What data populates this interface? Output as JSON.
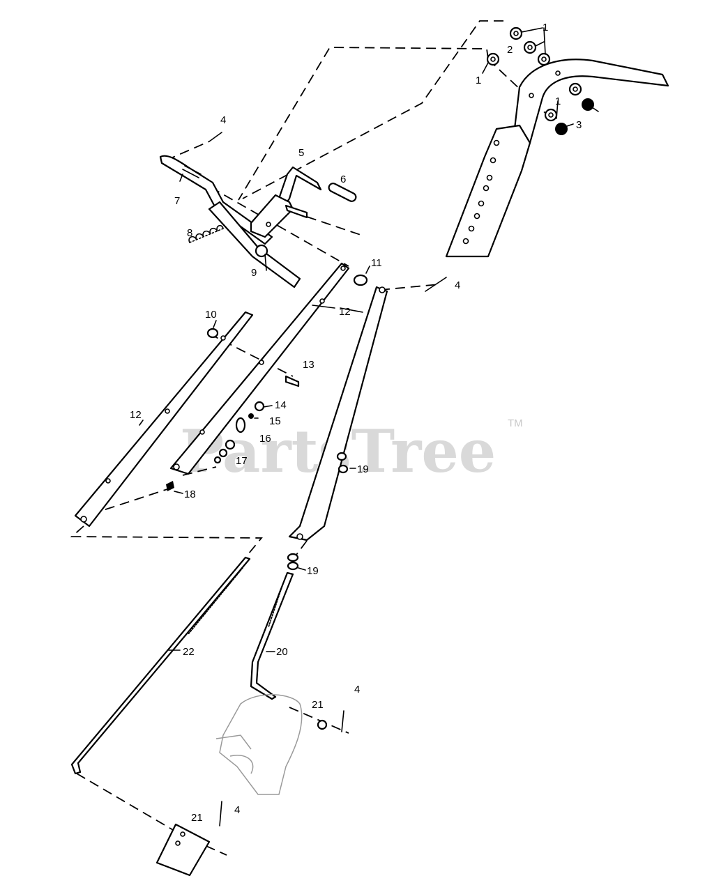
{
  "watermark": {
    "text": "PartsTree",
    "tm": "TM"
  },
  "callouts": [
    {
      "id": "c1a",
      "text": "1"
    },
    {
      "id": "c1b",
      "text": "1"
    },
    {
      "id": "c1c",
      "text": "1"
    },
    {
      "id": "c2",
      "text": "2"
    },
    {
      "id": "c3",
      "text": "3"
    },
    {
      "id": "c4a",
      "text": "4"
    },
    {
      "id": "c4b",
      "text": "4"
    },
    {
      "id": "c4c",
      "text": "4"
    },
    {
      "id": "c4d",
      "text": "4"
    },
    {
      "id": "c5",
      "text": "5"
    },
    {
      "id": "c6",
      "text": "6"
    },
    {
      "id": "c7",
      "text": "7"
    },
    {
      "id": "c8",
      "text": "8"
    },
    {
      "id": "c9",
      "text": "9"
    },
    {
      "id": "c10",
      "text": "10"
    },
    {
      "id": "c11",
      "text": "11"
    },
    {
      "id": "c12a",
      "text": "12"
    },
    {
      "id": "c12b",
      "text": "12"
    },
    {
      "id": "c13",
      "text": "13"
    },
    {
      "id": "c14",
      "text": "14"
    },
    {
      "id": "c15",
      "text": "15"
    },
    {
      "id": "c16",
      "text": "16"
    },
    {
      "id": "c17",
      "text": "17"
    },
    {
      "id": "c18",
      "text": "18"
    },
    {
      "id": "c19a",
      "text": "19"
    },
    {
      "id": "c19b",
      "text": "19"
    },
    {
      "id": "c20",
      "text": "20"
    },
    {
      "id": "c21a",
      "text": "21"
    },
    {
      "id": "c21b",
      "text": "21"
    },
    {
      "id": "c22",
      "text": "22"
    }
  ]
}
